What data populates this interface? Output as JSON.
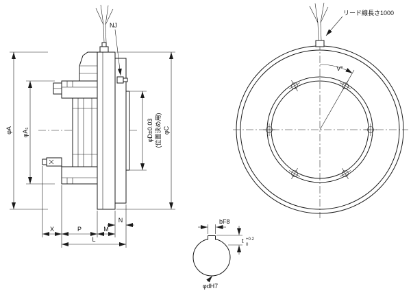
{
  "colors": {
    "line": "#1a1a1a",
    "background": "#ffffff"
  },
  "side_view": {
    "nj_label": "NJ",
    "dim_phi_a": "φA",
    "dim_phi_a1": "φA₁",
    "dim_phi_d": "φD±0.03",
    "dim_phi_d_note": "(位置決め用)",
    "dim_phi_c": "φC",
    "dim_x": "X",
    "dim_p": "P",
    "dim_m": "M",
    "dim_n": "N",
    "dim_l": "L"
  },
  "front_view": {
    "lead_wire_note": "リード線長さ1000",
    "dim_v": "V°"
  },
  "bore_detail": {
    "dim_b": "bF8",
    "dim_t": "t",
    "dim_t_tol_upper": "+0.2",
    "dim_t_tol_lower": "0",
    "dim_bore": "φdH7"
  }
}
